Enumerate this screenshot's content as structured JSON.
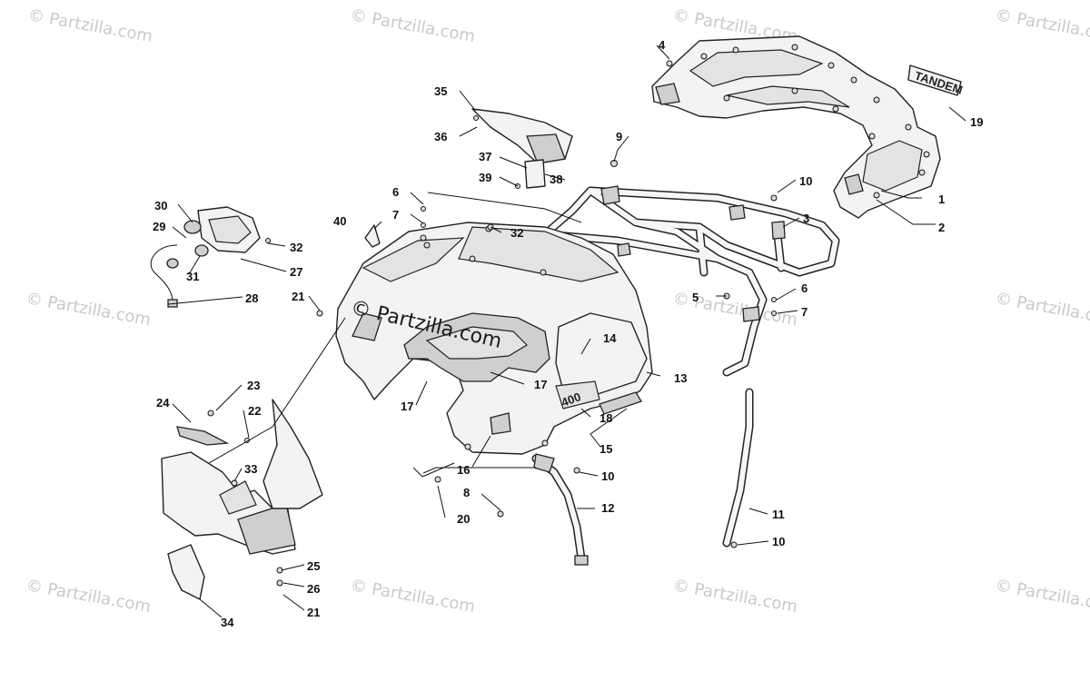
{
  "watermark": {
    "tile_text": "© Partzilla.com",
    "center_text": "© Partzilla.com"
  },
  "decals": {
    "model_number": "400",
    "rack_brand": "TANDEM"
  },
  "callouts": {
    "c1": "1",
    "c2": "2",
    "c3": "3",
    "c4": "4",
    "c5": "5",
    "c6a": "6",
    "c6b": "6",
    "c7a": "7",
    "c7b": "7",
    "c8": "8",
    "c9": "9",
    "c10a": "10",
    "c10b": "10",
    "c10c": "10",
    "c11": "11",
    "c12": "12",
    "c13": "13",
    "c14": "14",
    "c15": "15",
    "c16": "16",
    "c17a": "17",
    "c17b": "17",
    "c18": "18",
    "c19": "19",
    "c20": "20",
    "c21a": "21",
    "c21b": "21",
    "c22": "22",
    "c23": "23",
    "c24": "24",
    "c25": "25",
    "c26": "26",
    "c27": "27",
    "c28": "28",
    "c29": "29",
    "c30": "30",
    "c31": "31",
    "c32a": "32",
    "c32b": "32",
    "c33": "33",
    "c34": "34",
    "c35": "35",
    "c36": "36",
    "c37": "37",
    "c38": "38",
    "c39": "39",
    "c40": "40"
  },
  "colors": {
    "background": "#ffffff",
    "line": "#222222",
    "watermark": "#c9c9c9"
  }
}
